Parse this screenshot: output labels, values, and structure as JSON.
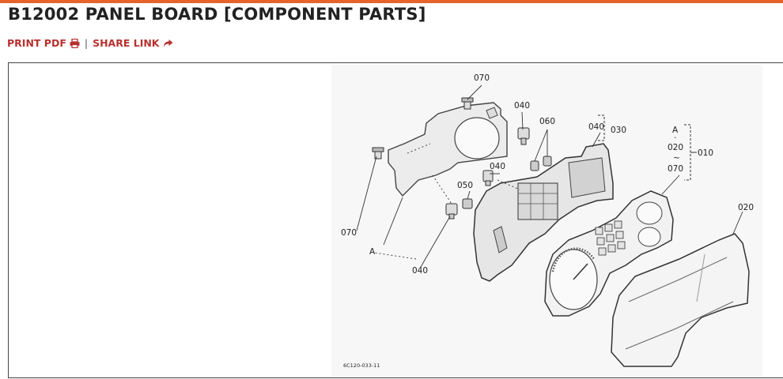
{
  "header": {
    "title": "B12002 PANEL BOARD [COMPONENT PARTS]",
    "print_pdf_label": "PRINT PDF",
    "separator": "|",
    "share_link_label": "SHARE LINK"
  },
  "diagram": {
    "callouts": {
      "c070_top": "070",
      "c040_upper": "040",
      "c060": "060",
      "c040_030": "040",
      "c030": "030",
      "cA_right": "A",
      "c020_range": "020",
      "c010": "010",
      "c070_range": "070",
      "c040_mid": "040",
      "c050": "050",
      "c070_left": "070",
      "cA_left": "A",
      "c040_lower": "040",
      "c020": "020"
    },
    "range_mark_dot": "·",
    "range_mark_tilde": "~",
    "figure_code": "6C120-033-11"
  },
  "colors": {
    "accent_bar": "#e8632c",
    "link_red": "#b8312f"
  }
}
